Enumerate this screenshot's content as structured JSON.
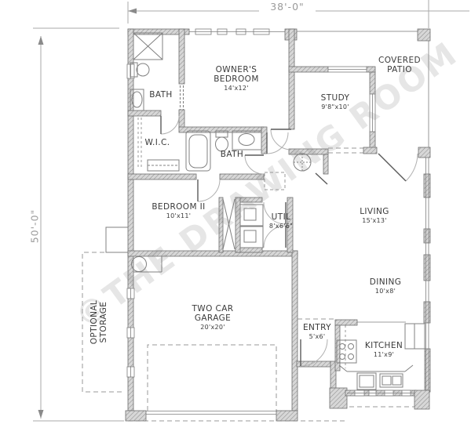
{
  "dimensions": {
    "width": "38'-0\"",
    "height": "50'-0\""
  },
  "rooms": {
    "owners_bedroom": {
      "name": "OWNER'S BEDROOM",
      "size": "14'x12'"
    },
    "bath1": {
      "name": "BATH"
    },
    "wic": {
      "name": "W.I.C."
    },
    "bath2": {
      "name": "BATH"
    },
    "study": {
      "name": "STUDY",
      "size": "9'8\"x10'"
    },
    "covered_patio": {
      "name": "COVERED PATIO"
    },
    "bedroom2": {
      "name": "BEDROOM II",
      "size": "10'x11'"
    },
    "util": {
      "name": "UTIL",
      "size": "8'x6'6\""
    },
    "living": {
      "name": "LIVING",
      "size": "15'x13'"
    },
    "dining": {
      "name": "DINING",
      "size": "10'x8'"
    },
    "garage": {
      "name": "TWO CAR GARAGE",
      "size": "20'x20'"
    },
    "entry": {
      "name": "ENTRY",
      "size": "5'x6'"
    },
    "kitchen": {
      "name": "KITCHEN",
      "size": "11'x9'"
    },
    "optional_storage": {
      "name": "OPTIONAL STORAGE"
    }
  },
  "watermark": {
    "text": "©THE DRAWING ROOM"
  },
  "colors": {
    "label-color": "#3a3a3a",
    "dim-color": "#9a9a9a",
    "wall-fill": "#d7d7d7",
    "wall-hatch": "#8e8e8e",
    "line-color": "#6e6e6e"
  }
}
